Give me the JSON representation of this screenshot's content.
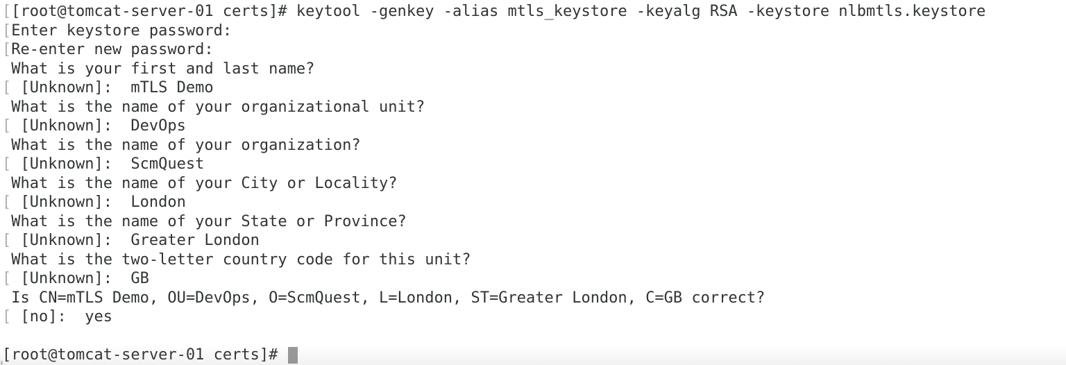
{
  "terminal": {
    "colors": {
      "background": "#ffffff",
      "text": "#303436",
      "mark": "#abb0b3",
      "cursor": "#999999"
    },
    "mark_symbol": "[",
    "prompt": "[root@tomcat-server-01 certs]#",
    "command": "keytool -genkey -alias mtls_keystore -keyalg RSA -keystore nlbmtls.keystore",
    "lines": [
      {
        "mark": true,
        "text": "[root@tomcat-server-01 certs]# keytool -genkey -alias mtls_keystore -keyalg RSA -keystore nlbmtls.keystore"
      },
      {
        "mark": true,
        "text": "Enter keystore password:"
      },
      {
        "mark": true,
        "text": "Re-enter new password:"
      },
      {
        "mark": false,
        "text": " What is your first and last name?"
      },
      {
        "mark": true,
        "text": " [Unknown]:  mTLS Demo"
      },
      {
        "mark": false,
        "text": " What is the name of your organizational unit?"
      },
      {
        "mark": true,
        "text": " [Unknown]:  DevOps"
      },
      {
        "mark": false,
        "text": " What is the name of your organization?"
      },
      {
        "mark": true,
        "text": " [Unknown]:  ScmQuest"
      },
      {
        "mark": false,
        "text": " What is the name of your City or Locality?"
      },
      {
        "mark": true,
        "text": " [Unknown]:  London"
      },
      {
        "mark": false,
        "text": " What is the name of your State or Province?"
      },
      {
        "mark": true,
        "text": " [Unknown]:  Greater London"
      },
      {
        "mark": false,
        "text": " What is the two-letter country code for this unit?"
      },
      {
        "mark": true,
        "text": " [Unknown]:  GB"
      },
      {
        "mark": false,
        "text": " Is CN=mTLS Demo, OU=DevOps, O=ScmQuest, L=London, ST=Greater London, C=GB correct?"
      },
      {
        "mark": true,
        "text": " [no]:  yes"
      },
      {
        "mark": false,
        "text": ""
      },
      {
        "mark": false,
        "text": "[root@tomcat-server-01 certs]# ",
        "cursor": true
      }
    ]
  }
}
